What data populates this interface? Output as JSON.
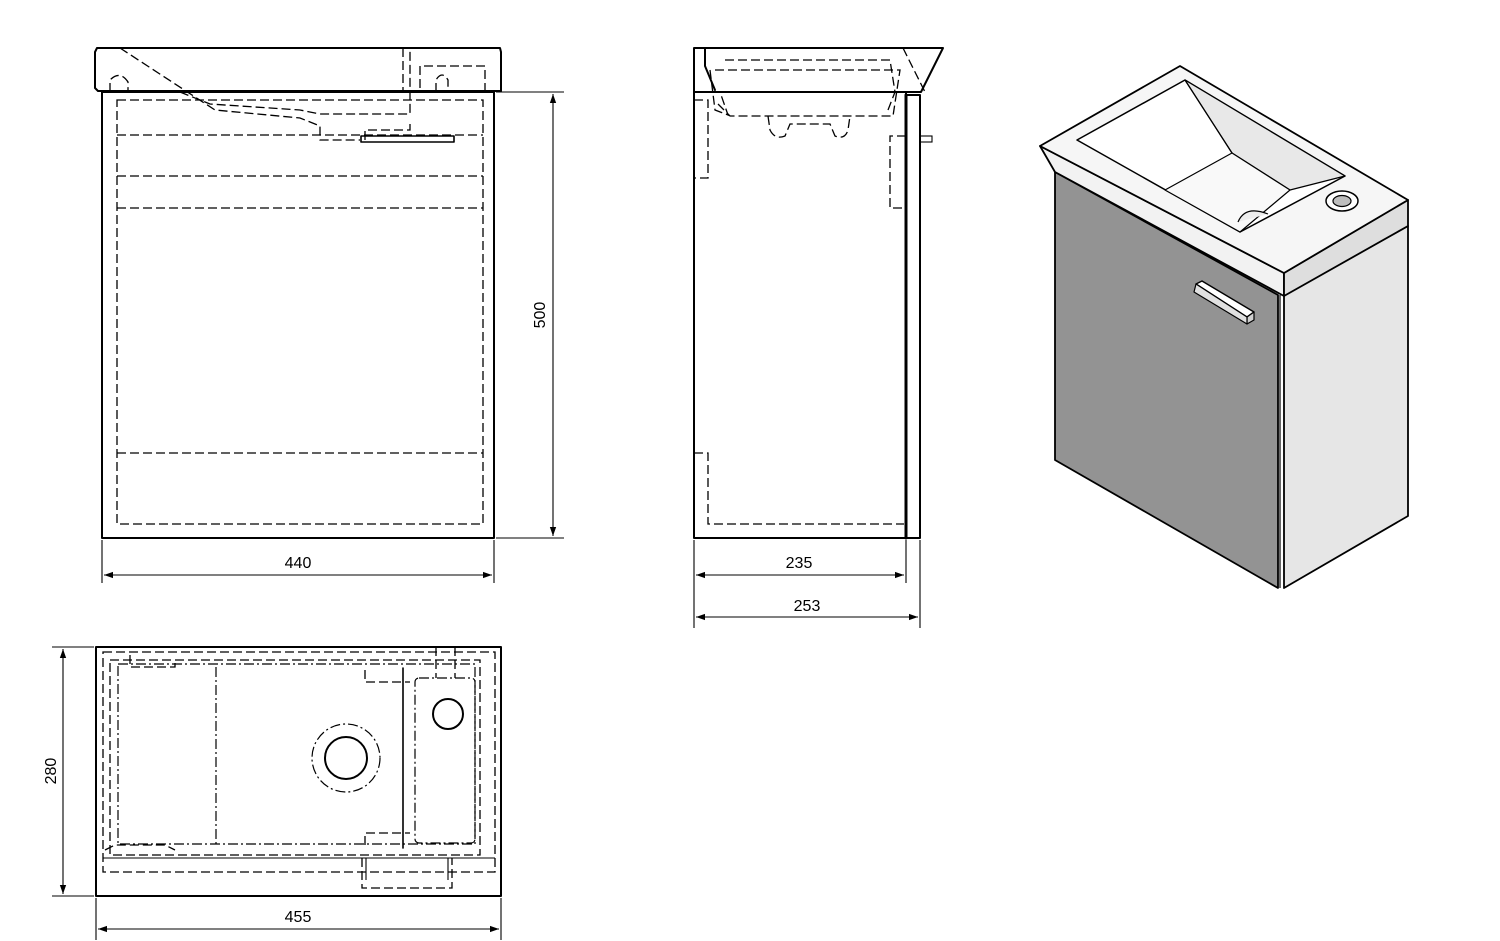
{
  "dimensions": {
    "front_width": "440",
    "front_height": "500",
    "side_depth_body": "235",
    "side_depth_total": "253",
    "top_width": "455",
    "top_depth": "280"
  },
  "colors": {
    "line": "#000000",
    "door_fill": "#939393",
    "cabinet_side": "#e6e6e6",
    "basin_white": "#f4f4f4"
  }
}
